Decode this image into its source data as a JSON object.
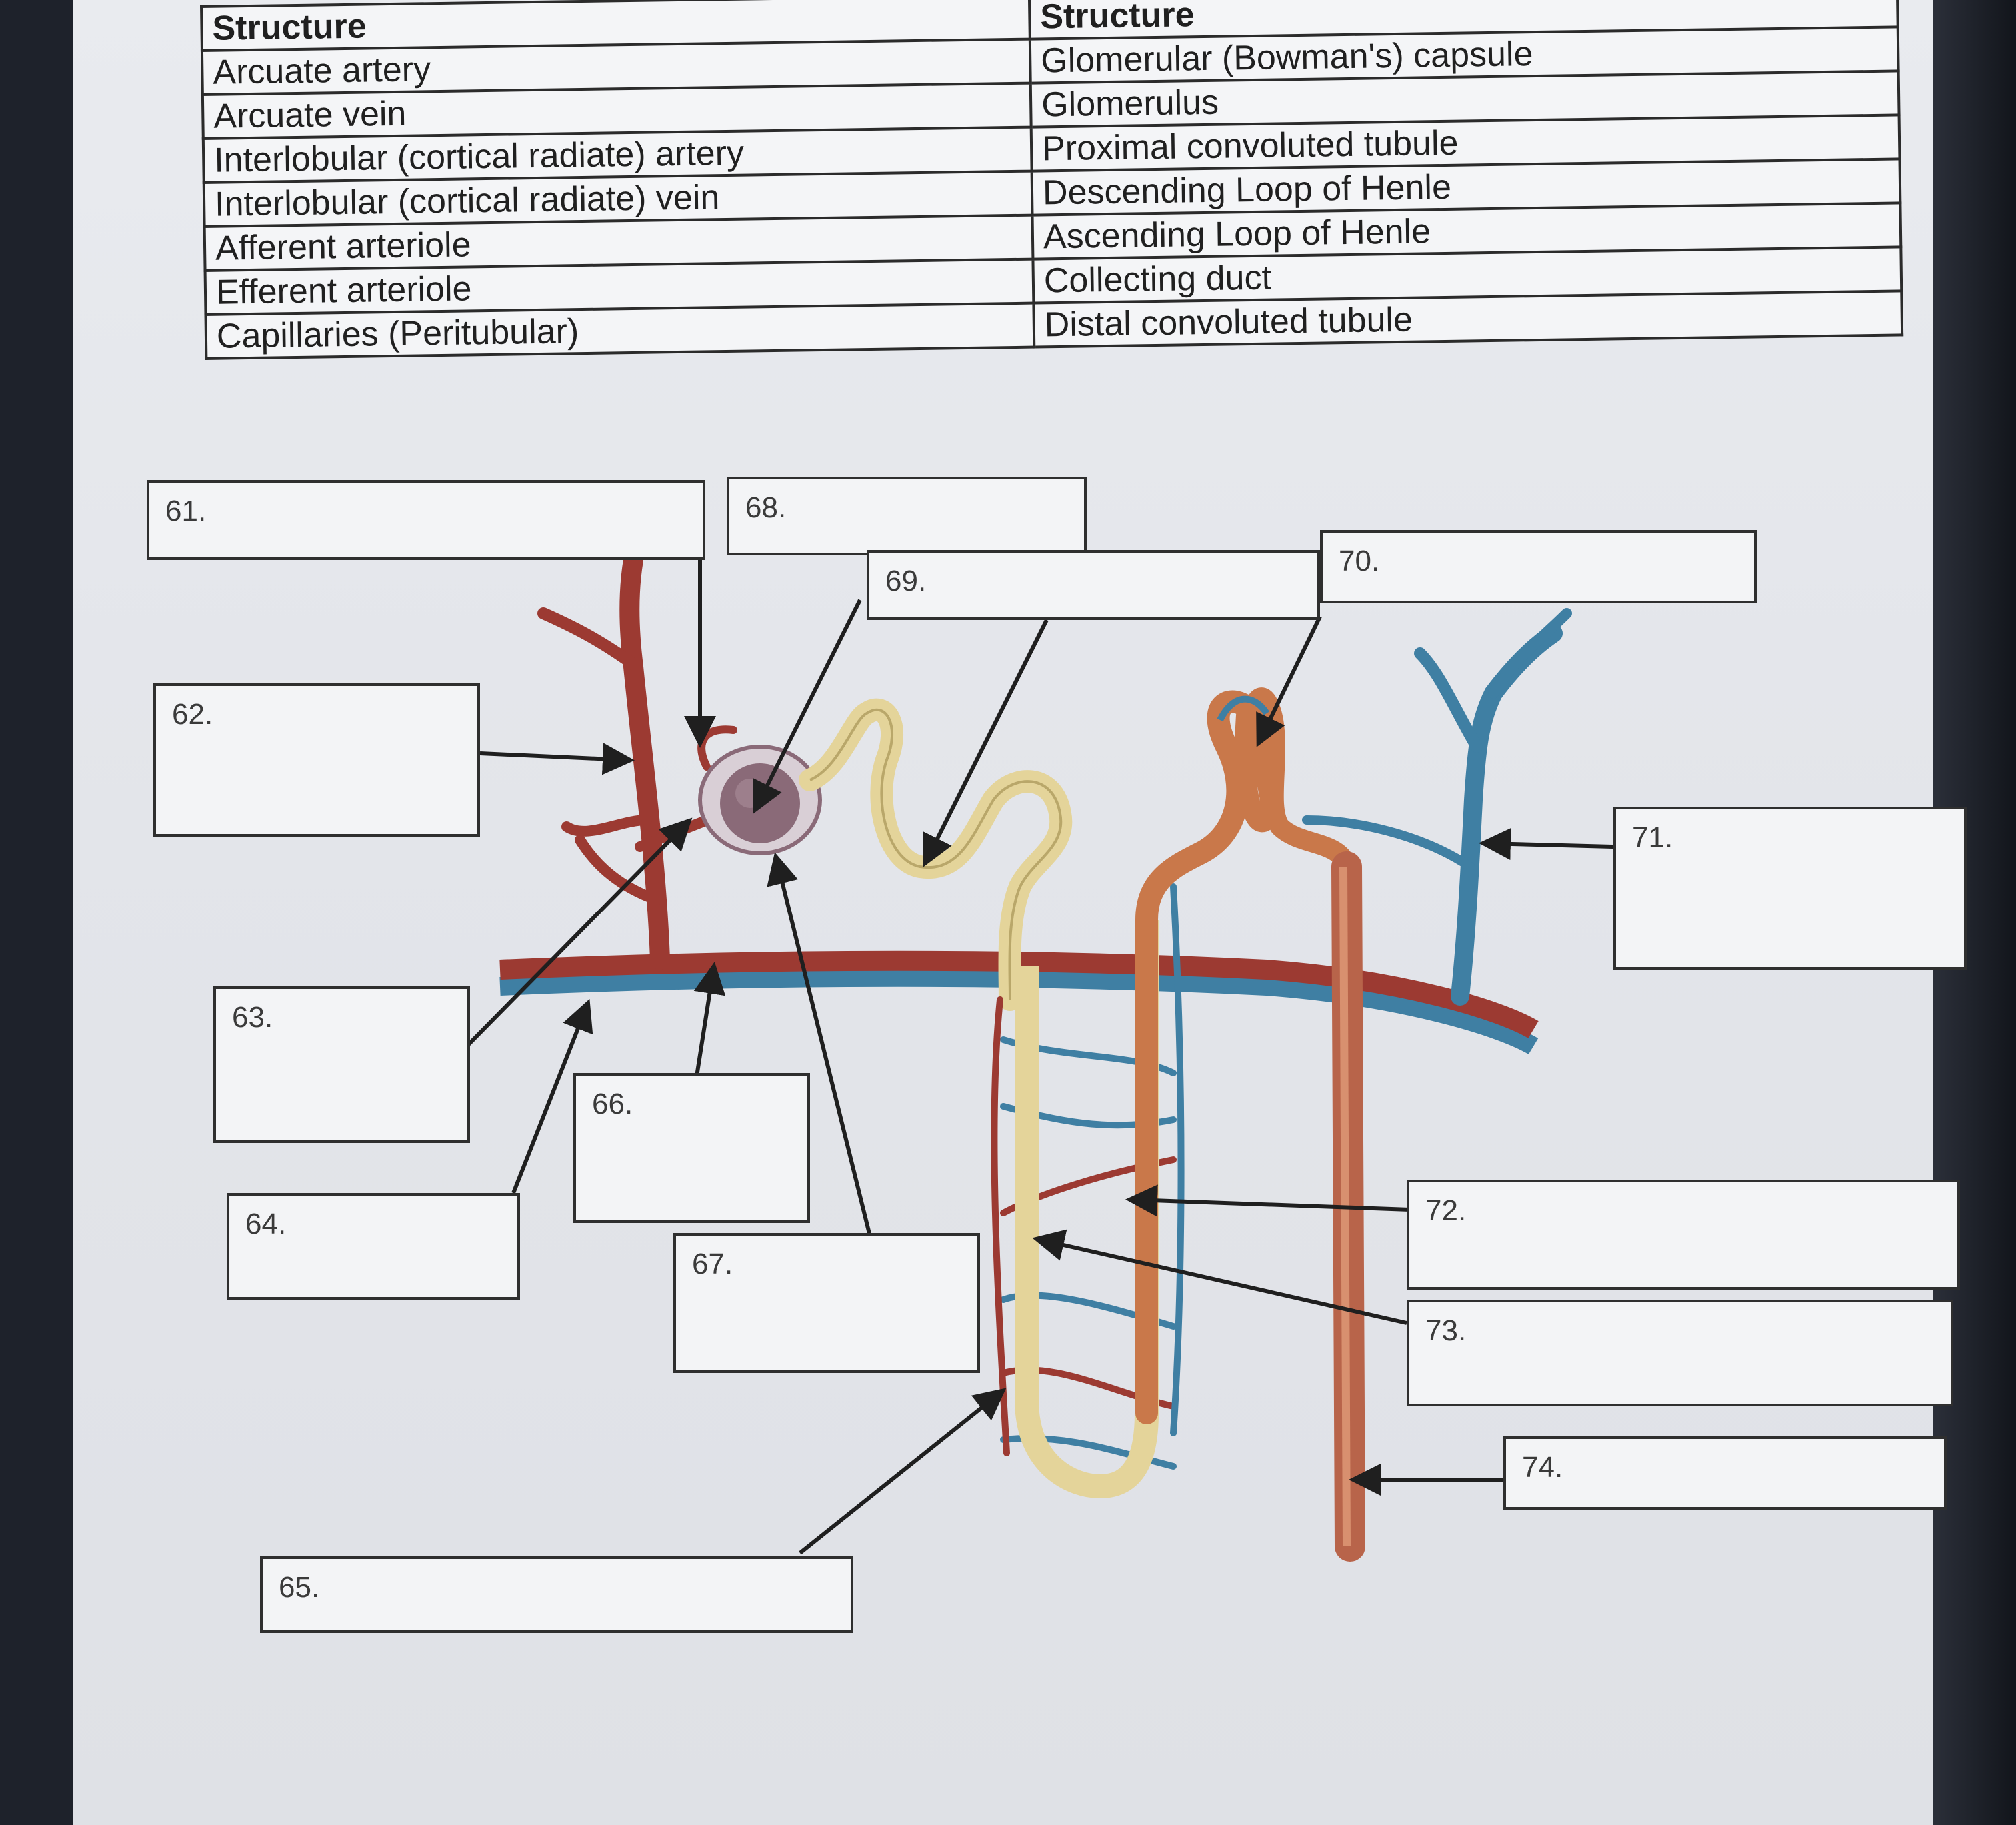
{
  "table": {
    "left_header": "Structure",
    "right_header": "Structure",
    "left_items": [
      "Arcuate artery",
      "Arcuate vein",
      "Interlobular (cortical radiate) artery",
      "Interlobular (cortical radiate) vein",
      "Afferent arteriole",
      "Efferent arteriole",
      "Capillaries (Peritubular)"
    ],
    "right_items": [
      "Glomerular (Bowman's) capsule",
      "Glomerulus",
      "Proximal convoluted tubule",
      "Descending Loop of Henle",
      "Ascending Loop of Henle",
      "Collecting duct",
      "Distal convoluted tubule"
    ]
  },
  "labels": {
    "l61": "61.",
    "l62": "62.",
    "l63": "63.",
    "l64": "64.",
    "l65": "65.",
    "l66": "66.",
    "l67": "67.",
    "l68": "68.",
    "l69": "69.",
    "l70": "70.",
    "l71": "71.",
    "l72": "72.",
    "l73": "73.",
    "l74": "74."
  },
  "colors": {
    "artery": "#9c3a32",
    "vein": "#3f7fa3",
    "tubule_yellow": "#e4d49a",
    "tubule_orange": "#c9784a",
    "glomerulus": "#8a6a78",
    "arrow": "#1f1f1f"
  }
}
